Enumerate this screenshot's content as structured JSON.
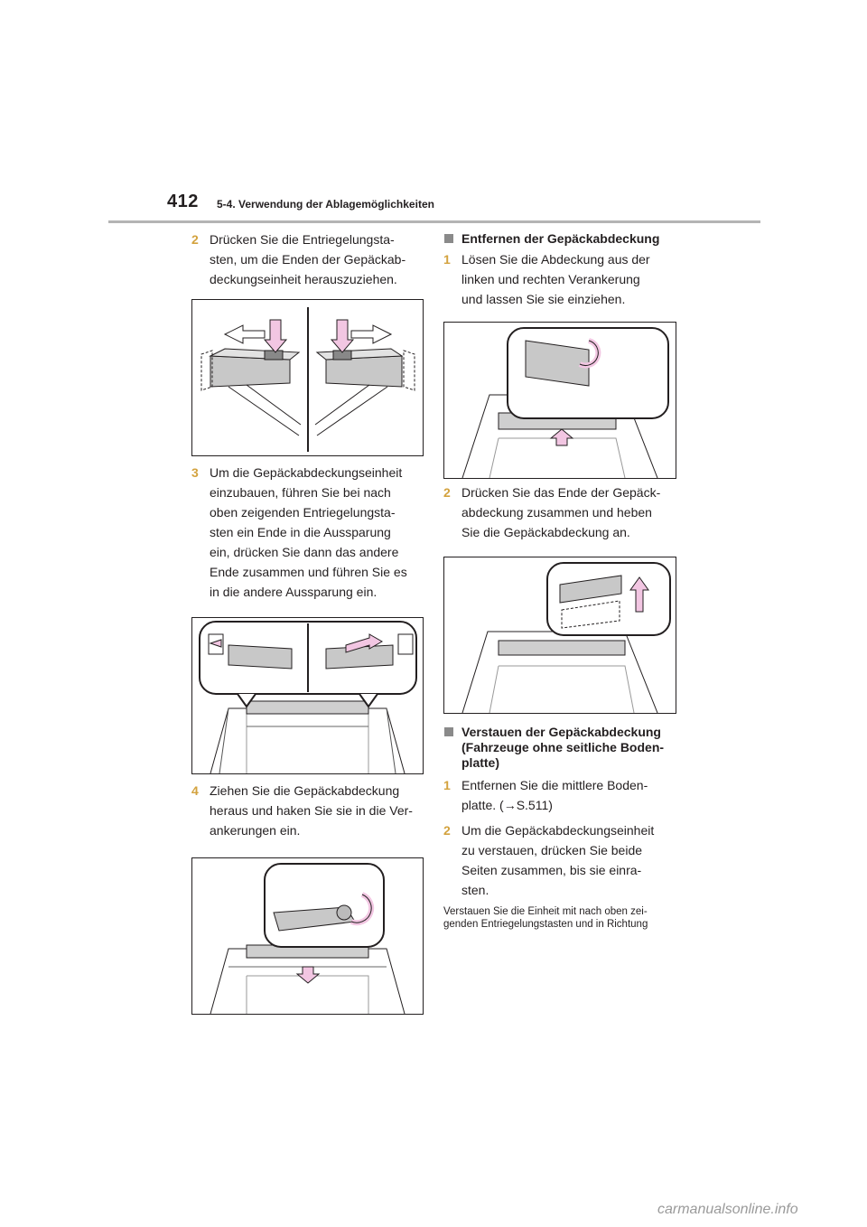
{
  "header": {
    "page_number": "412",
    "section_title": "5-4. Verwendung der Ablagemöglichkeiten"
  },
  "left_column": {
    "step2": {
      "num": "2",
      "text": [
        "Drücken Sie die Entriegelungsta-",
        "sten, um die Enden der Gepäckab-",
        "deckungseinheit herauszuziehen."
      ]
    },
    "step3": {
      "num": "3",
      "text": [
        "Um die Gepäckabdeckungseinheit",
        "einzubauen, führen Sie bei nach",
        "oben zeigenden Entriegelungsta-",
        "sten ein Ende in die Aussparung",
        "ein, drücken Sie dann das andere",
        "Ende zusammen und führen Sie es",
        "in die andere Aussparung ein."
      ]
    },
    "step4": {
      "num": "4",
      "text": [
        "Ziehen Sie die Gepäckabdeckung",
        "heraus und haken Sie sie in die Ver-",
        "ankerungen ein."
      ]
    }
  },
  "right_column": {
    "heading1": "Entfernen der Gepäckabdeckung",
    "step1": {
      "num": "1",
      "text": [
        "Lösen Sie die Abdeckung aus der",
        "linken und rechten Verankerung",
        "und lassen Sie sie einziehen."
      ]
    },
    "step2": {
      "num": "2",
      "text": [
        "Drücken Sie das Ende der Gepäck-",
        "abdeckung zusammen und heben",
        "Sie die Gepäckabdeckung an."
      ]
    },
    "heading2": [
      "Verstauen der Gepäckabdeckung",
      "(Fahrzeuge ohne seitliche Boden-",
      "platte)"
    ],
    "step1b": {
      "num": "1",
      "text": [
        "Entfernen Sie die mittlere Boden-",
        "platte. (→S.511)"
      ]
    },
    "step2b": {
      "num": "2",
      "text": [
        "Um die Gepäckabdeckungseinheit",
        "zu verstauen, drücken Sie beide",
        "Seiten zusammen, bis sie einra-",
        "sten."
      ]
    },
    "note": [
      "Verstauen Sie die Einheit mit nach oben zei-",
      "genden Entriegelungstasten und in Richtung"
    ]
  },
  "footer": {
    "watermark": "carmanualsonline.info"
  },
  "colors": {
    "step_number": "#d3a23e",
    "arrow_fill": "#f2c6e2",
    "rule": "#b4b4b4"
  }
}
